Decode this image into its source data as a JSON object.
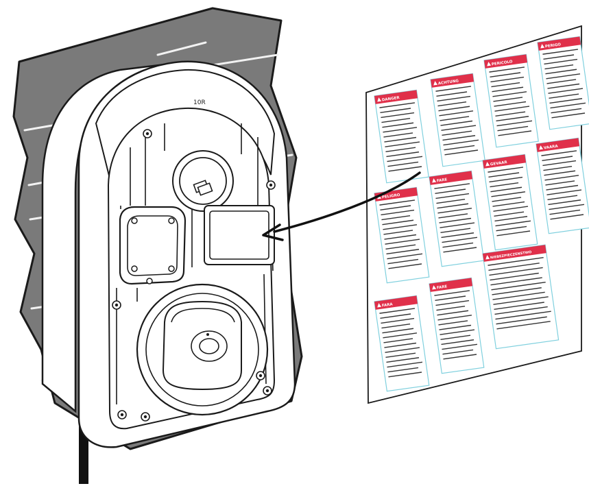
{
  "colors": {
    "line": "#1a1a1a",
    "wall": "#7a7a7a",
    "wall_stripe": "#f2f2f2",
    "device_fill": "#ffffff",
    "sheet_fill": "#ffffff",
    "label_header": "#e0304a",
    "label_border": "#7fd0de",
    "cable": "#111111",
    "arrow": "#111111"
  },
  "device": {
    "top_mark": "10R"
  },
  "sticker_sheet": {
    "labels": [
      {
        "heading": "DANGER"
      },
      {
        "heading": "ACHTUNG"
      },
      {
        "heading": "PERICOLO"
      },
      {
        "heading": "PERIGO"
      },
      {
        "heading": "PELIGRO"
      },
      {
        "heading": "FARE"
      },
      {
        "heading": "GEVAAR"
      },
      {
        "heading": "VAARA"
      },
      {
        "heading": "FARA"
      },
      {
        "heading": "FARE"
      },
      {
        "heading": "NIEBEZPIECZENSTWO"
      }
    ]
  }
}
